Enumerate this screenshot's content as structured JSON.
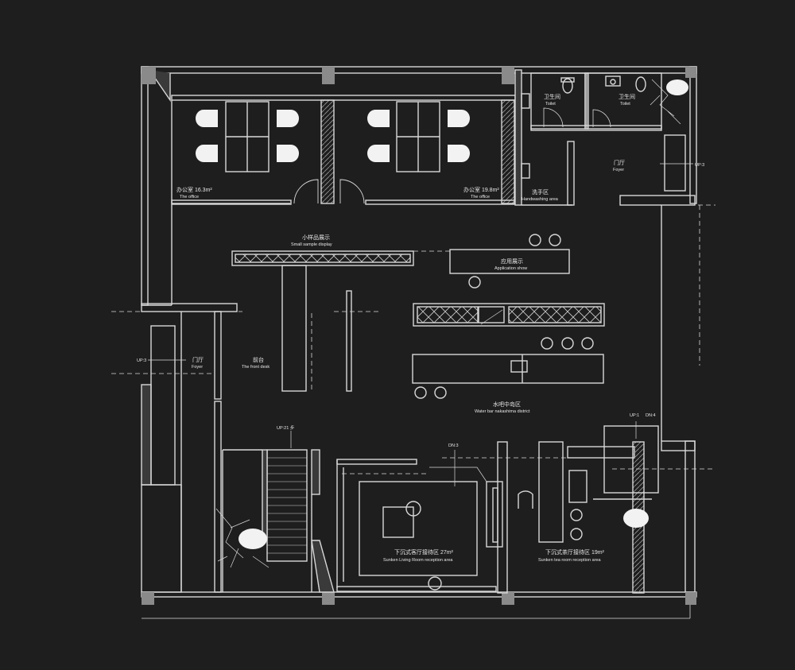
{
  "colors": {
    "background": "#1e1e1e",
    "line": "#d8d8d8",
    "wall_fill": "#3a3a3a",
    "pillar": "#8a8a8a",
    "chair": "#f2f2f2"
  },
  "rooms": {
    "office_left": {
      "zh": "办公室 16.3m²",
      "en": "The office"
    },
    "office_right": {
      "zh": "办公室 19.8m²",
      "en": "The office"
    },
    "toilet_a": {
      "zh": "卫生间",
      "en": "Toilet"
    },
    "toilet_b": {
      "zh": "卫生间",
      "en": "Toilet"
    },
    "handwash": {
      "zh": "洗手区",
      "en": "Handwashing area"
    },
    "foyer_right": {
      "zh": "门厅",
      "en": "Foyer"
    },
    "foyer_left": {
      "zh": "门厅",
      "en": "Foyer"
    },
    "sample": {
      "zh": "小样品展示",
      "en": "Small sample display"
    },
    "application": {
      "zh": "应用展示",
      "en": "Application show"
    },
    "front_desk": {
      "zh": "前台",
      "en": "The front desk"
    },
    "water_bar": {
      "zh": "水吧中岛区",
      "en": "Water bar nakashima district"
    },
    "sunken_living": {
      "zh": "下沉式客厅接待区 27m²",
      "en": "Sunken Living Room reception area"
    },
    "sunken_tea": {
      "zh": "下沉式茶厅接待区 19m²",
      "en": "Sunken tea room reception area"
    }
  },
  "markers": {
    "up_right": "UP:3",
    "up_left": "UP:3",
    "up_stair": "UP:21 步",
    "dn_living": "DN:3",
    "up_tea": "UP:1",
    "dn_tea": "DN:4"
  }
}
